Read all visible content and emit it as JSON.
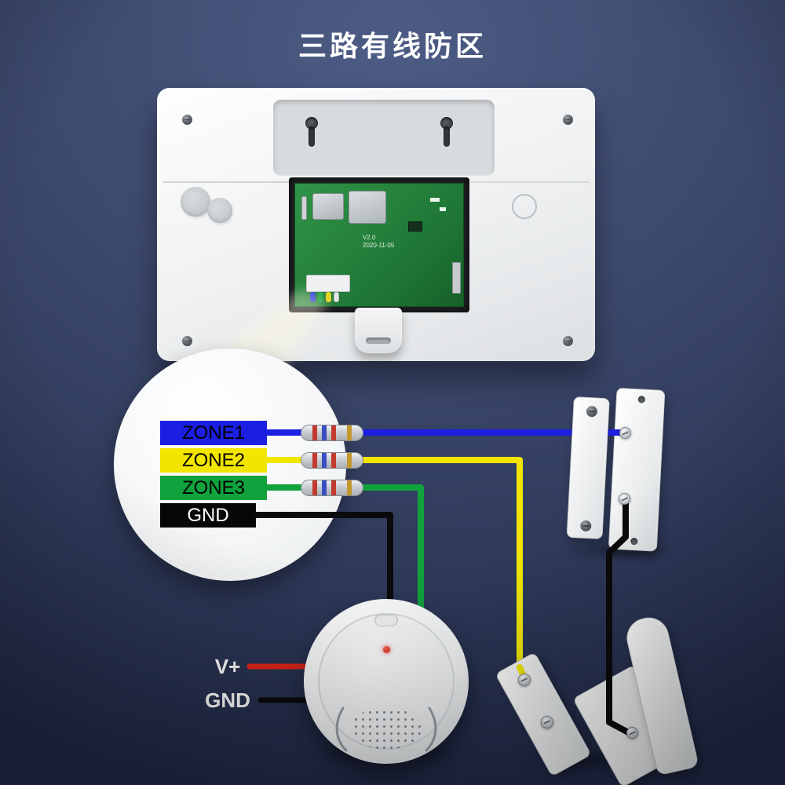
{
  "title": "三路有线防区",
  "zones": [
    {
      "label": "ZONE1",
      "color": "#1c1fe2",
      "text": "#000000"
    },
    {
      "label": "ZONE2",
      "color": "#f2e600",
      "text": "#000000"
    },
    {
      "label": "ZONE3",
      "color": "#0fa23d",
      "text": "#000000"
    },
    {
      "label": "GND",
      "color": "#070707",
      "text": "#ffffff"
    }
  ],
  "power_labels": {
    "vplus": "V+",
    "gnd": "GND"
  },
  "pcb": {
    "version": "V2.0",
    "date": "2020-11-05"
  },
  "colors": {
    "bg_top": "#4d5c85",
    "bg_mid": "#3a4669",
    "bg_bottom": "#222b49",
    "wire_blue": "#1c1fe2",
    "wire_yellow": "#f2e600",
    "wire_green": "#0fa23d",
    "wire_black": "#0b0b0d",
    "wire_red": "#e3261a"
  }
}
